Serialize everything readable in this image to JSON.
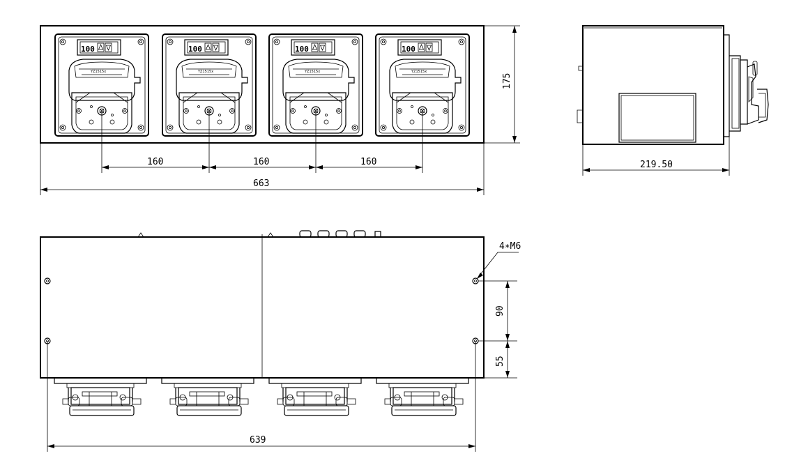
{
  "front_view": {
    "pump_count": 4,
    "display_value": "100",
    "brand_text": "YZ1515x",
    "dim_spacing_1": "160",
    "dim_spacing_2": "160",
    "dim_spacing_3": "160",
    "dim_total_width": "663",
    "dim_height": "175"
  },
  "side_view": {
    "dim_depth": "219.50"
  },
  "top_view": {
    "hole_callout": "4∗M6",
    "dim_hole_spacing": "90",
    "dim_hole_offset": "55",
    "dim_hole_width": "639"
  }
}
